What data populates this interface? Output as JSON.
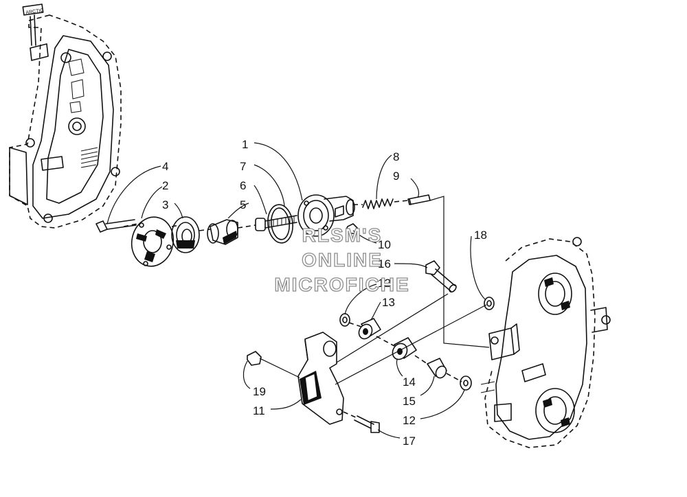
{
  "callouts": [
    {
      "id": "p1",
      "label": "1"
    },
    {
      "id": "p2",
      "label": "2"
    },
    {
      "id": "p3",
      "label": "3"
    },
    {
      "id": "p4",
      "label": "4"
    },
    {
      "id": "p5",
      "label": "5"
    },
    {
      "id": "p6",
      "label": "6"
    },
    {
      "id": "p7",
      "label": "7"
    },
    {
      "id": "p8",
      "label": "8"
    },
    {
      "id": "p9",
      "label": "9"
    },
    {
      "id": "p10",
      "label": "10"
    },
    {
      "id": "p11",
      "label": "11"
    },
    {
      "id": "p12a",
      "label": "12"
    },
    {
      "id": "p12b",
      "label": "12"
    },
    {
      "id": "p13",
      "label": "13"
    },
    {
      "id": "p14",
      "label": "14"
    },
    {
      "id": "p15",
      "label": "15"
    },
    {
      "id": "p16",
      "label": "16"
    },
    {
      "id": "p17",
      "label": "17"
    },
    {
      "id": "p18",
      "label": "18"
    },
    {
      "id": "p19",
      "label": "19"
    }
  ],
  "watermark": {
    "line1": "RLSM'S",
    "line2": "ONLINE",
    "line3": "MICROFICHE"
  }
}
